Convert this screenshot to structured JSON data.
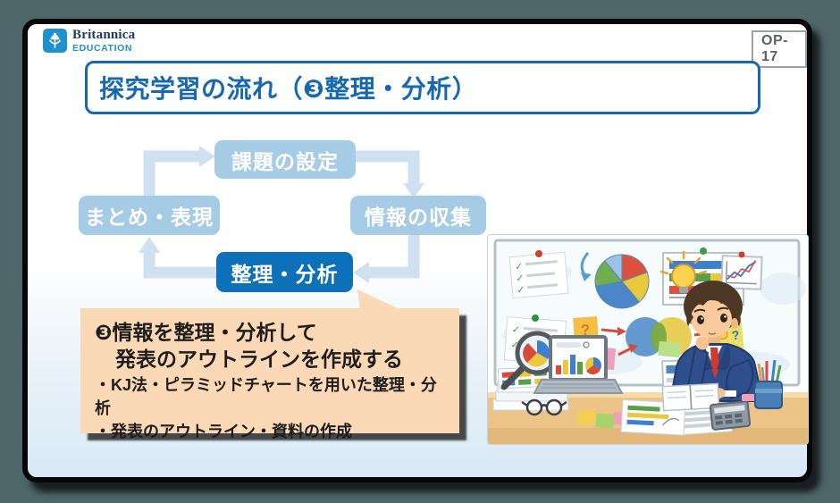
{
  "colors": {
    "page-bg": "#4e6569",
    "accent-blue": "#1668b0",
    "box-light": "#a6cbe4",
    "box-active": "#0d70b8",
    "arrow": "#cfe1f0",
    "callout-bg": "#fbd9b6",
    "slide-bottom": "#d8e9f4",
    "logo-blue": "#2191cc",
    "logo-navy": "#1c3a5e"
  },
  "header": {
    "logo": {
      "brand": "Britannica",
      "subbrand": "EDUCATION"
    },
    "slide_code": "OP-17"
  },
  "title": {
    "text": "探究学習の流れ（❸整理・分析）"
  },
  "flow_diagram": {
    "steps": [
      {
        "label": "課題の設定",
        "state": "normal"
      },
      {
        "label": "情報の収集",
        "state": "normal"
      },
      {
        "label": "整理・分析",
        "state": "active"
      },
      {
        "label": "まとめ・表現",
        "state": "normal"
      }
    ]
  },
  "callout": {
    "title_line1": "❸情報を整理・分析して",
    "title_line2": "発表のアウトラインを作成する",
    "bullets": [
      "・KJ法・ピラミッドチャートを用いた整理・分析",
      "・発表のアウトライン・資料の作成"
    ]
  },
  "illustration": {
    "question_mark": "?"
  }
}
